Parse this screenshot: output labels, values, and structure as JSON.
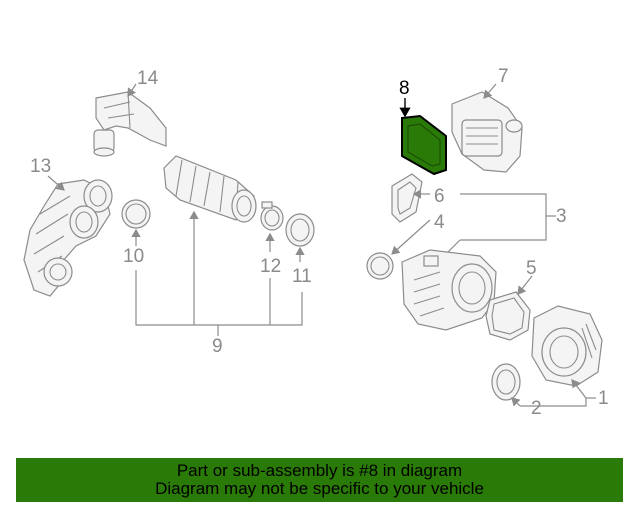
{
  "callouts": {
    "c1": "1",
    "c2": "2",
    "c3": "3",
    "c4": "4",
    "c5": "5",
    "c6": "6",
    "c7": "7",
    "c8": "8",
    "c9": "9",
    "c10": "10",
    "c11": "11",
    "c12": "12",
    "c13": "13",
    "c14": "14"
  },
  "highlight_color": "#2a7a08",
  "banner": {
    "line1": "Part or sub-assembly is #8 in diagram",
    "line2": "Diagram may not be specific to your vehicle"
  }
}
